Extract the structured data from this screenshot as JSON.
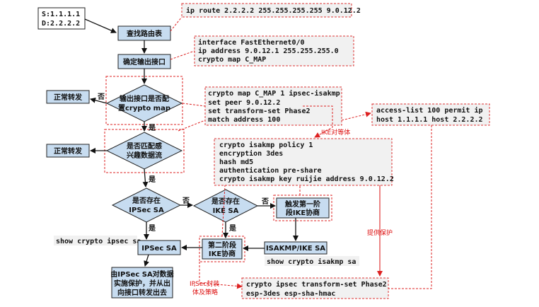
{
  "addresses": [
    "S:1.1.1.1",
    "D:2.2.2.2"
  ],
  "flow": {
    "lookup_route": "查找路由表",
    "determine_interface": "确定输出接口",
    "crypto_map_check": [
      "输出接口是否配",
      "置crypto map"
    ],
    "interesting_traffic_check": [
      "是否匹配感",
      "兴趣数据流"
    ],
    "ipsec_sa_check": [
      "是否存在",
      "IPSec SA"
    ],
    "ike_sa_check": [
      "是否存在",
      "IKE SA"
    ],
    "trigger_phase1": [
      "触发第一阶",
      "段IKE协商"
    ],
    "isakmp_sa": "ISAKMP/IKE SA",
    "phase2": [
      "第二阶段",
      "IKE协商"
    ],
    "ipsec_sa": "IPSec SA",
    "final_action": [
      "由IPSec SA对数据",
      "实施保护，并从出",
      "向接口转发出去"
    ],
    "normal_forward_1": "正常转发",
    "normal_forward_2": "正常转发"
  },
  "labels": {
    "no": "否",
    "yes": "是"
  },
  "commands": {
    "show_ipsec": "show crypto ipsec sa",
    "show_isakmp": "show crypto isakmp sa"
  },
  "config": {
    "route": [
      "ip route 2.2.2.2 255.255.255.255 9.0.12.2"
    ],
    "interface": [
      "interface FastEthernet0/0",
      " ip address 9.0.12.1 255.255.255.0",
      " crypto map C_MAP"
    ],
    "crypto_map": [
      "crypto map C_MAP 1 ipsec-isakmp",
      " set peer 9.0.12.2",
      " set transform-set Phase2",
      " match address 100"
    ],
    "acl": [
      "access-list 100 permit ip",
      "host 1.1.1.1 host 2.2.2.2"
    ],
    "isakmp": [
      "crypto isakmp policy 1",
      " encryption 3des",
      " hash md5",
      " authentication pre-share",
      " crypto isakmp key ruijie address 9.0.12.2"
    ],
    "transform": [
      "crypto ipsec transform-set Phase2",
      "esp-3des esp-sha-hmac"
    ]
  },
  "annotations": {
    "ike_peer": "IKE对等体",
    "protection": "提供保护",
    "encap_policy": [
      "IPSec封装",
      "体及策略"
    ]
  },
  "colors": {
    "box_fill": "#c7dcf0",
    "config_bg": "#f1f1f1",
    "annotation": "#dd1111"
  }
}
